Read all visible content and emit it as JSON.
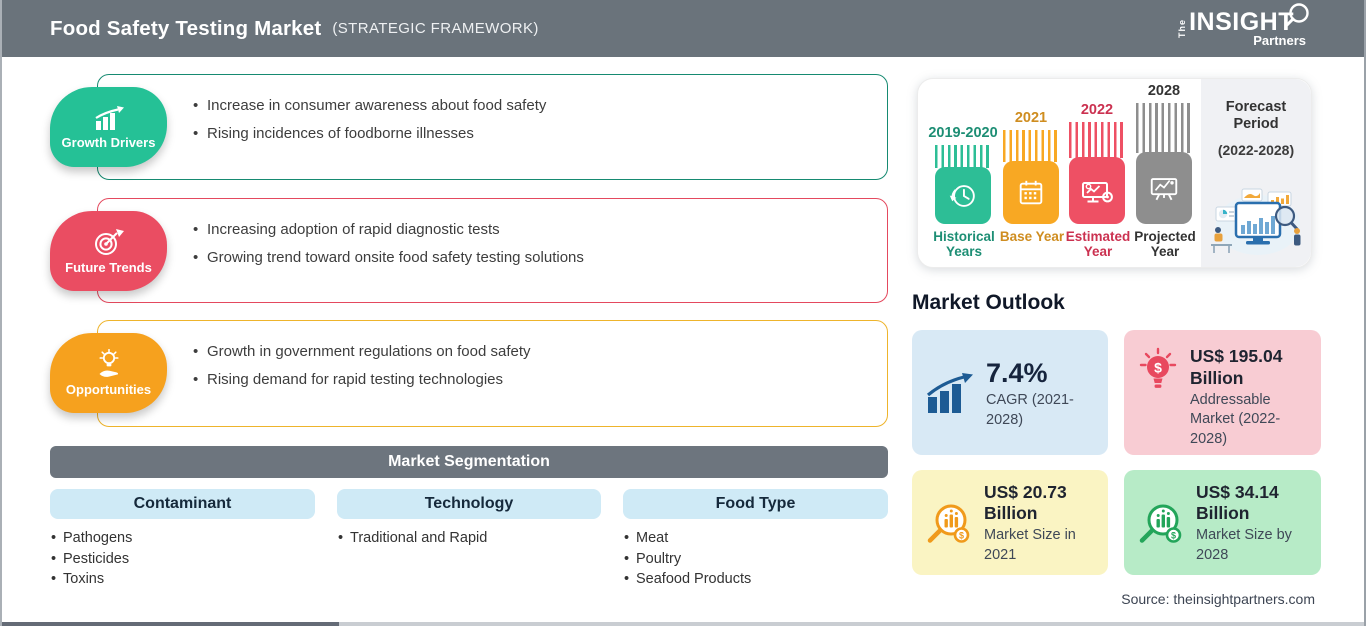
{
  "header": {
    "title": "Food Safety Testing Market",
    "subtitle": "(STRATEGIC FRAMEWORK)",
    "logo": {
      "the": "The",
      "insight": "INSIGHT",
      "partners": "Partners"
    }
  },
  "driver_boxes": [
    {
      "label": "Growth Drivers",
      "icon": "growth-chart-icon",
      "badge_color": "#25c196",
      "border_color": "#168a71",
      "bullets": [
        "Increase in consumer awareness about food safety",
        "Rising incidences of foodborne illnesses"
      ]
    },
    {
      "label": "Future Trends",
      "icon": "target-dart-icon",
      "badge_color": "#ea4d62",
      "border_color": "#e4495e",
      "bullets": [
        "Increasing adoption of rapid diagnostic tests",
        "Growing trend toward onsite food safety testing solutions"
      ]
    },
    {
      "label": "Opportunities",
      "icon": "bulb-hand-icon",
      "badge_color": "#f6a11e",
      "border_color": "#eeb42c",
      "bullets": [
        "Growth in government regulations on food safety",
        "Rising demand for rapid testing technologies"
      ]
    }
  ],
  "segmentation": {
    "title": "Market Segmentation",
    "header_bg": "#6d757e",
    "pill_bg": "#cfeaf6",
    "columns": [
      {
        "header": "Contaminant",
        "items": [
          "Pathogens",
          "Pesticides",
          "Toxins"
        ]
      },
      {
        "header": "Technology",
        "items": [
          "Traditional and Rapid"
        ]
      },
      {
        "header": "Food Type",
        "items": [
          "Meat",
          "Poultry",
          "Seafood Products"
        ]
      }
    ]
  },
  "timeline": {
    "bars": [
      {
        "year": "2019-2020",
        "label": "Historical Years",
        "color": "#2dbe96",
        "label_color": "#1d8e74",
        "icon": "history-clock-icon"
      },
      {
        "year": "2021",
        "label": "Base Year",
        "color": "#f8a823",
        "label_color": "#cf8d20",
        "icon": "calendar-icon"
      },
      {
        "year": "2022",
        "label": "Estimated Year",
        "color": "#ee5064",
        "label_color": "#cb3150",
        "icon": "monitor-gear-icon"
      },
      {
        "year": "2028",
        "label": "Projected Year",
        "color": "#8e8e8e",
        "label_color": "#333333",
        "icon": "presentation-chart-icon"
      }
    ],
    "forecast": {
      "line1": "Forecast Period",
      "line2": "(2022-2028)"
    }
  },
  "outlook": {
    "heading": "Market Outlook",
    "cards": [
      {
        "value": "7.4%",
        "label": "CAGR (2021-2028)",
        "bg": "#d8e9f5",
        "icon": "bar-growth-icon",
        "icon_color": "#1d5b94"
      },
      {
        "value": "US$ 195.04 Billion",
        "label": "Addressable Market (2022-2028)",
        "bg": "#f8ccd3",
        "icon": "bulb-dollar-icon",
        "icon_color": "#e8495f"
      },
      {
        "value": "US$ 20.73 Billion",
        "label": "Market Size in 2021",
        "bg": "#faf4c3",
        "icon": "magnifier-chart-icon",
        "icon_color": "#f09a1b"
      },
      {
        "value": "US$ 34.14 Billion",
        "label": "Market Size by 2028",
        "bg": "#b7ebc7",
        "icon": "magnifier-chart-icon",
        "icon_color": "#23a55a"
      }
    ]
  },
  "source": "Source: theinsightpartners.com"
}
